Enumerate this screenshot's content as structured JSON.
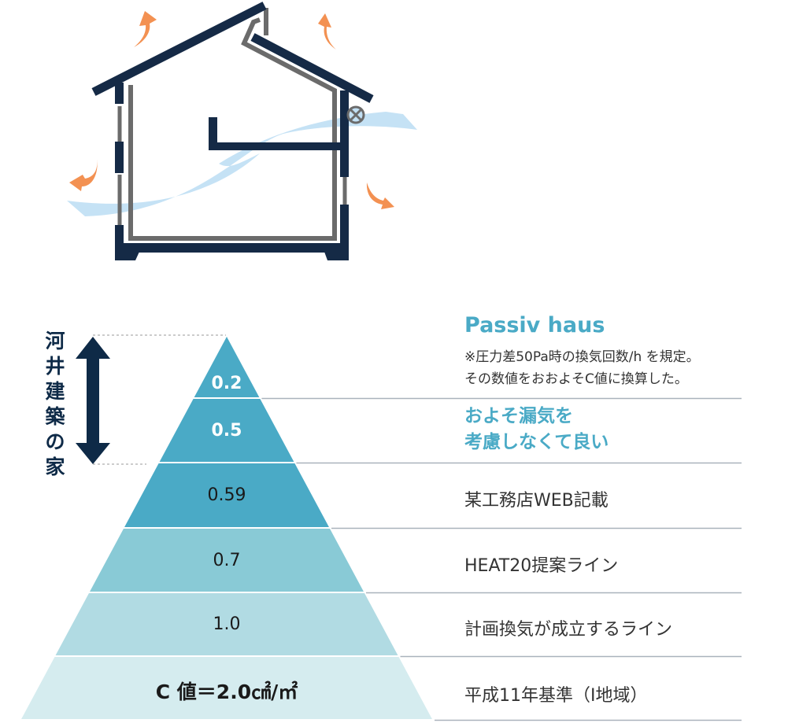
{
  "house_diagram": {
    "icons": [
      "house-cross-section",
      "airflow-stream",
      "heat-loss-arrow",
      "vent-fan-icon"
    ],
    "colors": {
      "structure": "#152a46",
      "insulation": "#6b6b6b",
      "airflow": "#c2e0f4",
      "arrow": "#f39152"
    }
  },
  "side_label": {
    "chars": [
      "河",
      "井",
      "建",
      "築",
      "の",
      "家"
    ],
    "color": "#0e2a47"
  },
  "pyramid": {
    "layers": [
      {
        "value": "0.2",
        "color": "#4aaac6",
        "text_style": "white-bold",
        "note": "Passiv haus"
      },
      {
        "value": "0.5",
        "color": "#4aaac6",
        "text_style": "white-bold",
        "note": "およそ漏気を考慮しなくて良い"
      },
      {
        "value": "0.59",
        "color": "#4aaac6",
        "text_style": "dark",
        "note": "某工務店WEB記載"
      },
      {
        "value": "0.7",
        "color": "#89cad6",
        "text_style": "dark",
        "note": "HEAT20提案ライン"
      },
      {
        "value": "1.0",
        "color": "#b1dbe3",
        "text_style": "dark",
        "note": "計画換気が成立するライン"
      },
      {
        "value": "C 値＝2.0㎠/㎡",
        "color": "#d5ecef",
        "text_style": "dark-bold",
        "note": "平成11年基準（I地域）"
      }
    ]
  },
  "notes": {
    "passiv_title": "Passiv haus",
    "passiv_line1": "※圧力差50Pa時の換気回数/h を規定。",
    "passiv_line2": "その数値をおおよそC値に換算した。",
    "accent_line1": "およそ漏気を",
    "accent_line2": "考慮しなくて良い",
    "row3": "某工務店WEB記載",
    "row4": "HEAT20提案ライン",
    "row5": "計画換気が成立するライン",
    "row6": "平成11年基準（I地域）"
  }
}
